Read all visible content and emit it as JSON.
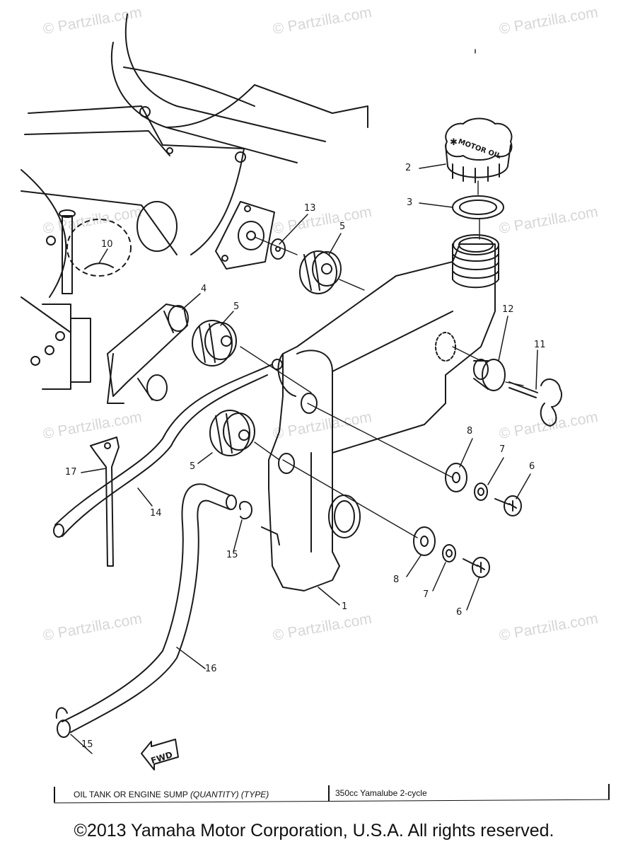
{
  "watermark_text": "© Partzilla.com",
  "callouts": {
    "c1": "1",
    "c2": "2",
    "c3": "3",
    "c4": "4",
    "c5a": "5",
    "c5b": "5",
    "c5c": "5",
    "c6a": "6",
    "c6b": "6",
    "c7a": "7",
    "c7b": "7",
    "c8a": "8",
    "c8b": "8",
    "c10": "10",
    "c11": "11",
    "c12": "12",
    "c13": "13",
    "c14": "14",
    "c15a": "15",
    "c15b": "15",
    "c16": "16",
    "c17": "17"
  },
  "cap_text": "MOTOR OIL",
  "cap_star": "✱",
  "fwd_text": "FWD",
  "spec": {
    "label": "OIL TANK OR ENGINE SUMP",
    "label_italic": "(QUANTITY) (TYPE)",
    "value": "350cc  Yamalube  2-cycle"
  },
  "copyright": "©2013 Yamaha Motor Corporation, U.S.A. All rights reserved."
}
